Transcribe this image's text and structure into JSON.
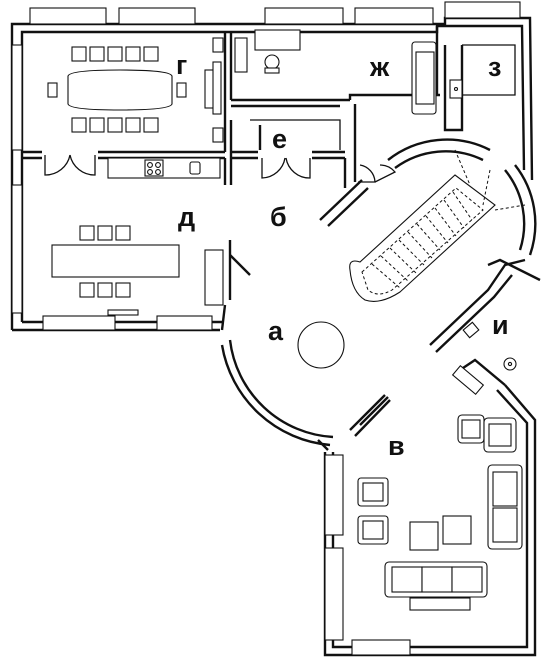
{
  "rooms": [
    {
      "id": "a",
      "label": "а"
    },
    {
      "id": "b",
      "label": "б"
    },
    {
      "id": "v",
      "label": "в"
    },
    {
      "id": "g",
      "label": "г"
    },
    {
      "id": "d",
      "label": "д"
    },
    {
      "id": "e",
      "label": "е"
    },
    {
      "id": "zh",
      "label": "ж"
    },
    {
      "id": "z",
      "label": "з"
    },
    {
      "id": "i",
      "label": "и"
    }
  ],
  "colors": {
    "line": "#111111",
    "background": "#ffffff"
  }
}
